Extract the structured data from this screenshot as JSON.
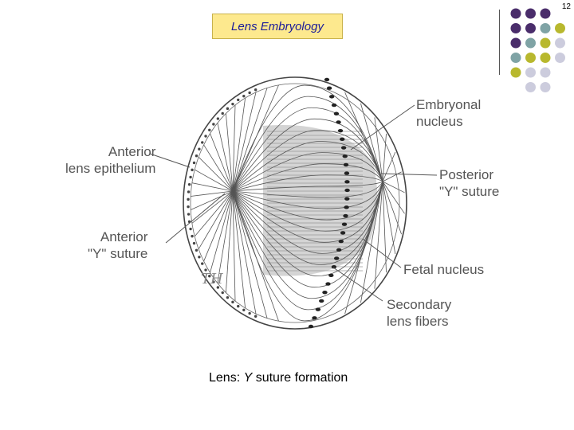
{
  "slide_number": "12",
  "title": "Lens Embryology",
  "labels": {
    "embryonal_nucleus": "Embryonal\nnucleus",
    "anterior_lens_epithelium": "Anterior\nlens epithelium",
    "posterior_y_suture": "Posterior\n\"Y\" suture",
    "anterior_y_suture": "Anterior\n\"Y\" suture",
    "fetal_nucleus": "Fetal nucleus",
    "secondary_lens_fibers": "Secondary\nlens fibers",
    "signature": "TH"
  },
  "caption": {
    "prefix": "Lens: ",
    "italic": "Y",
    "suffix": " suture formation"
  },
  "colors": {
    "purple": "#4a2d6b",
    "teal": "#7fa3a5",
    "olive": "#b8b82e",
    "lavender": "#ccccdd"
  },
  "dot_grid": [
    [
      "purple",
      "purple",
      "purple",
      "empty"
    ],
    [
      "purple",
      "purple",
      "teal",
      "olive"
    ],
    [
      "purple",
      "teal",
      "olive",
      "lavender"
    ],
    [
      "teal",
      "olive",
      "olive",
      "lavender"
    ],
    [
      "olive",
      "lavender",
      "lavender",
      "empty"
    ],
    [
      "empty",
      "lavender",
      "lavender",
      "empty"
    ]
  ]
}
